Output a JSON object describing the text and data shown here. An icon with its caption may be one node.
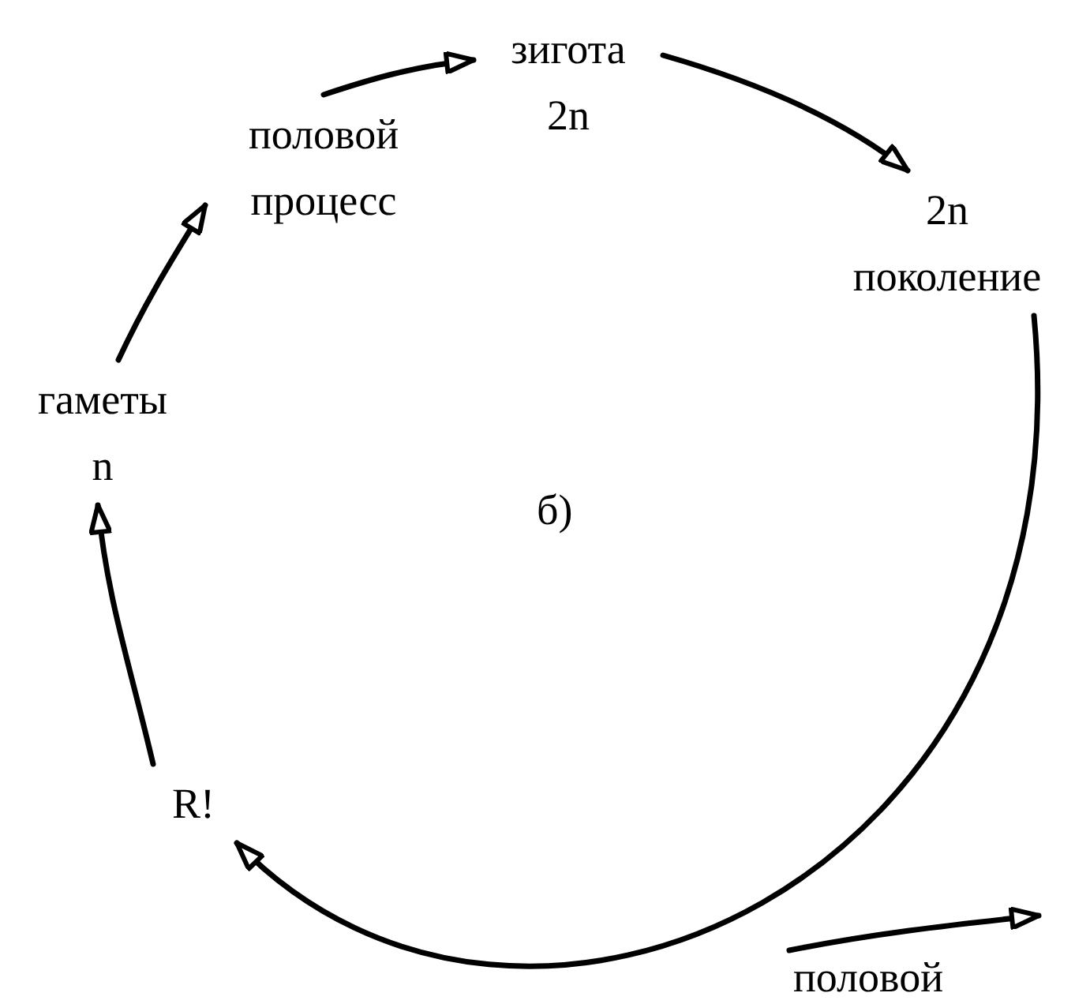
{
  "diagram": {
    "nodes": [
      {
        "text": [
          "зигота",
          "2n"
        ]
      },
      {
        "text": [
          "2n",
          "поколение"
        ]
      },
      {
        "text": [
          "R!"
        ]
      },
      {
        "text": [
          "гаметы",
          "n"
        ]
      },
      {
        "text": [
          "половой",
          "процесс"
        ]
      },
      {
        "text": [
          "половой"
        ]
      }
    ],
    "edges": [
      {
        "from": 4,
        "to": 0,
        "arrow": "to"
      },
      {
        "from": 0,
        "to": 1,
        "arrow": "to"
      },
      {
        "from": 1,
        "to": 2,
        "arrow": "to"
      },
      {
        "from": 2,
        "to": 3,
        "arrow": "to"
      },
      {
        "from": 3,
        "to": 4,
        "arrow": "to"
      },
      {
        "from": 5,
        "to": null,
        "arrow": "to"
      }
    ],
    "labels": [
      "б)"
    ]
  }
}
